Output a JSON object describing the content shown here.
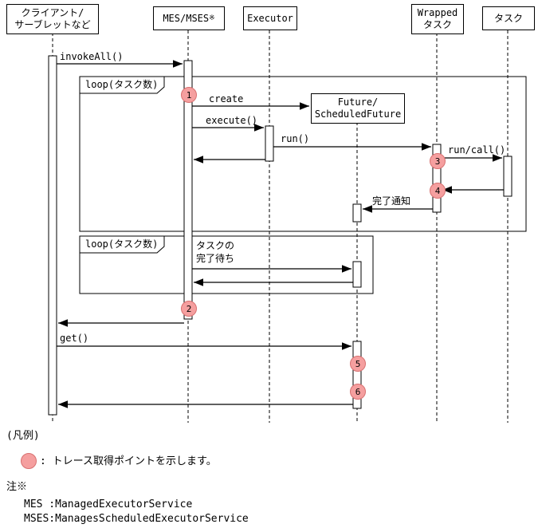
{
  "diagram": {
    "lifelines": {
      "client": {
        "line1": "クライアント/",
        "line2": "サーブレットなど"
      },
      "mes": {
        "label": "MES/MSES",
        "note": "※"
      },
      "executor": {
        "label": "Executor"
      },
      "wrapped": {
        "line1": "Wrapped",
        "line2": "タスク"
      },
      "task": {
        "label": "タスク"
      }
    },
    "future_object": {
      "line1": "Future/",
      "line2": "ScheduledFuture"
    },
    "loop1_label": "loop(タスク数)",
    "loop2_label": "loop(タスク数)",
    "messages": {
      "invoke_all": "invokeAll()",
      "create": "create",
      "execute": "execute()",
      "run": "run()",
      "run_call": "run/call()",
      "completion": "完了通知",
      "wait1": "タスクの",
      "wait2": "完了待ち",
      "get": "get()"
    },
    "trace_points": {
      "p1": "1",
      "p2": "2",
      "p3": "3",
      "p4": "4",
      "p5": "5",
      "p6": "6"
    },
    "colors": {
      "trace_fill": "#f59f9f",
      "trace_border": "#d87070"
    }
  },
  "legend": {
    "heading": "(凡例)",
    "description": ": トレース取得ポイントを示します。"
  },
  "notes": {
    "heading": "注※",
    "mes": "MES :ManagedExecutorService",
    "mses": "MSES:ManagesScheduledExecutorService"
  }
}
